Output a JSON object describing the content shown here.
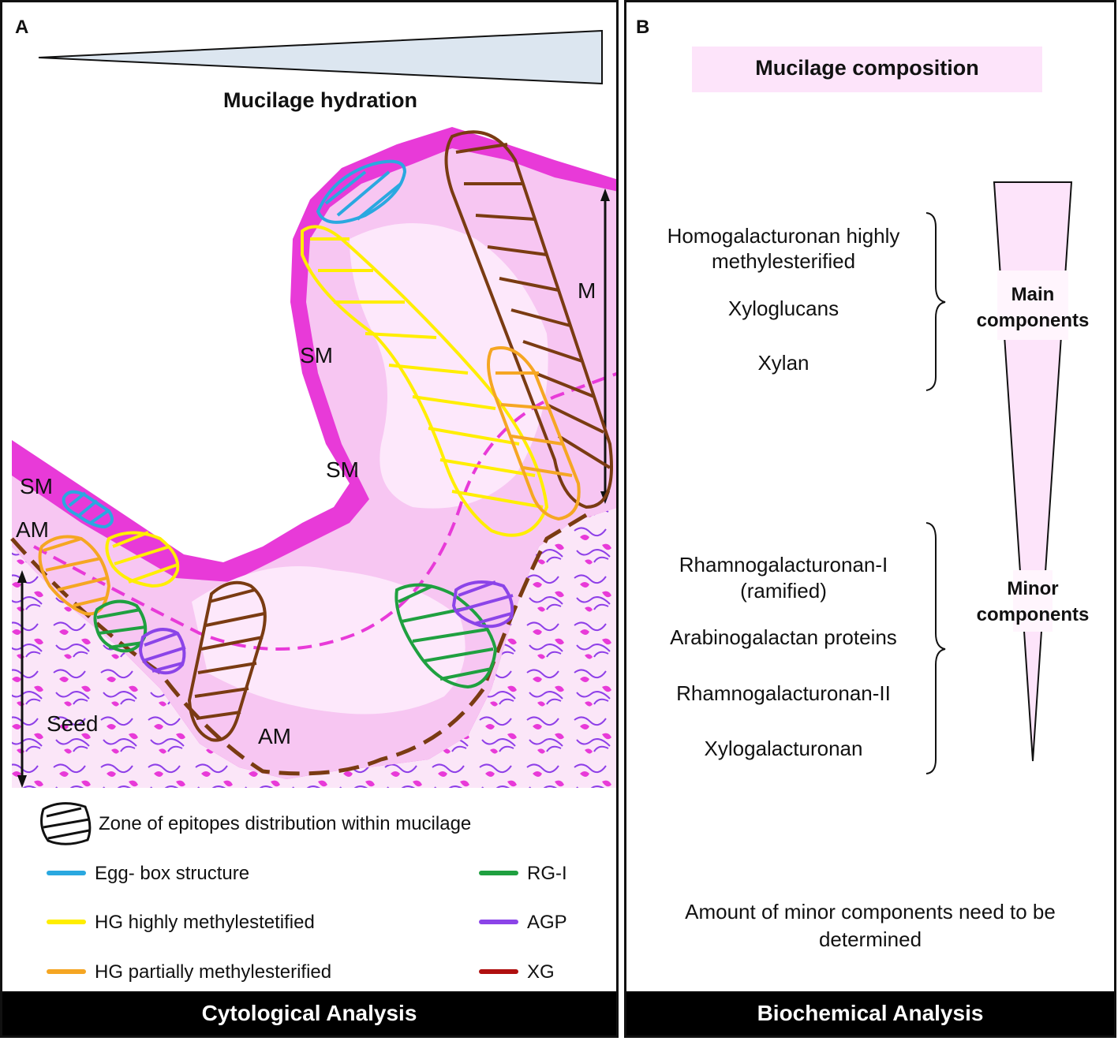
{
  "panel_a": {
    "letter": "A",
    "hydration_label": "Mucilage hydration",
    "labels": {
      "sm_top": "SM",
      "sm_mid": "SM",
      "sm_left": "SM",
      "am_left": "AM",
      "am_bottom": "AM",
      "m": "M",
      "seed": "Seed"
    },
    "zone_legend": "Zone of epitopes distribution within mucilage",
    "legend": [
      {
        "label": "Egg- box structure",
        "color": "#2aa8e0"
      },
      {
        "label": "HG highly methylestetified",
        "color": "#ffee00"
      },
      {
        "label": "HG partially methylesterified",
        "color": "#f5a623"
      },
      {
        "label": "RG-I",
        "color": "#1fa040"
      },
      {
        "label": "AGP",
        "color": "#8b44e8"
      },
      {
        "label": "XG",
        "color": "#b01010"
      }
    ],
    "footer": "Cytological Analysis"
  },
  "panel_b": {
    "letter": "B",
    "title": "Mucilage composition",
    "main_items": [
      "Homogalacturonan highly",
      "methylesterified",
      "Xyloglucans",
      "Xylan"
    ],
    "main_label": [
      "Main",
      "components"
    ],
    "minor_items": [
      "Rhamnogalacturonan-I",
      "(ramified)",
      "Arabinogalactan proteins",
      "Rhamnogalacturonan-II",
      "Xylogalacturonan"
    ],
    "minor_label": [
      "Minor",
      "components"
    ],
    "note": [
      "Amount of minor components need to be",
      "determined"
    ],
    "footer": "Biochemical Analysis"
  },
  "colors": {
    "mucilage_magenta": "#e83ad8",
    "mucilage_light": "#f7c6f2",
    "seed_purple": "#8e3fe8",
    "wedge_fill": "#dce6f0",
    "composition_bg": "#fde4fa",
    "brown": "#7a3b12"
  }
}
